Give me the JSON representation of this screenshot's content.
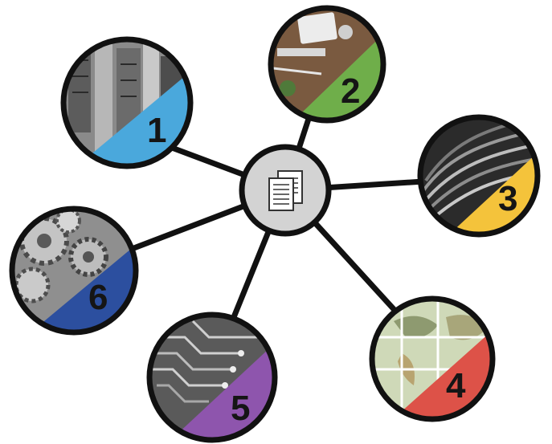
{
  "hub": {
    "icon": "documents-icon",
    "fill": "#d3d3d3"
  },
  "nodes": [
    {
      "number": "1",
      "accent": "#4aa8dc",
      "photo": "city-skyscrapers"
    },
    {
      "number": "2",
      "accent": "#6fae4a",
      "photo": "desk-workspace"
    },
    {
      "number": "3",
      "accent": "#f4c33b",
      "photo": "network-cables"
    },
    {
      "number": "4",
      "accent": "#dd5248",
      "photo": "world-map"
    },
    {
      "number": "5",
      "accent": "#8e55ad",
      "photo": "circuit-board"
    },
    {
      "number": "6",
      "accent": "#2c4f9f",
      "photo": "gears"
    }
  ]
}
